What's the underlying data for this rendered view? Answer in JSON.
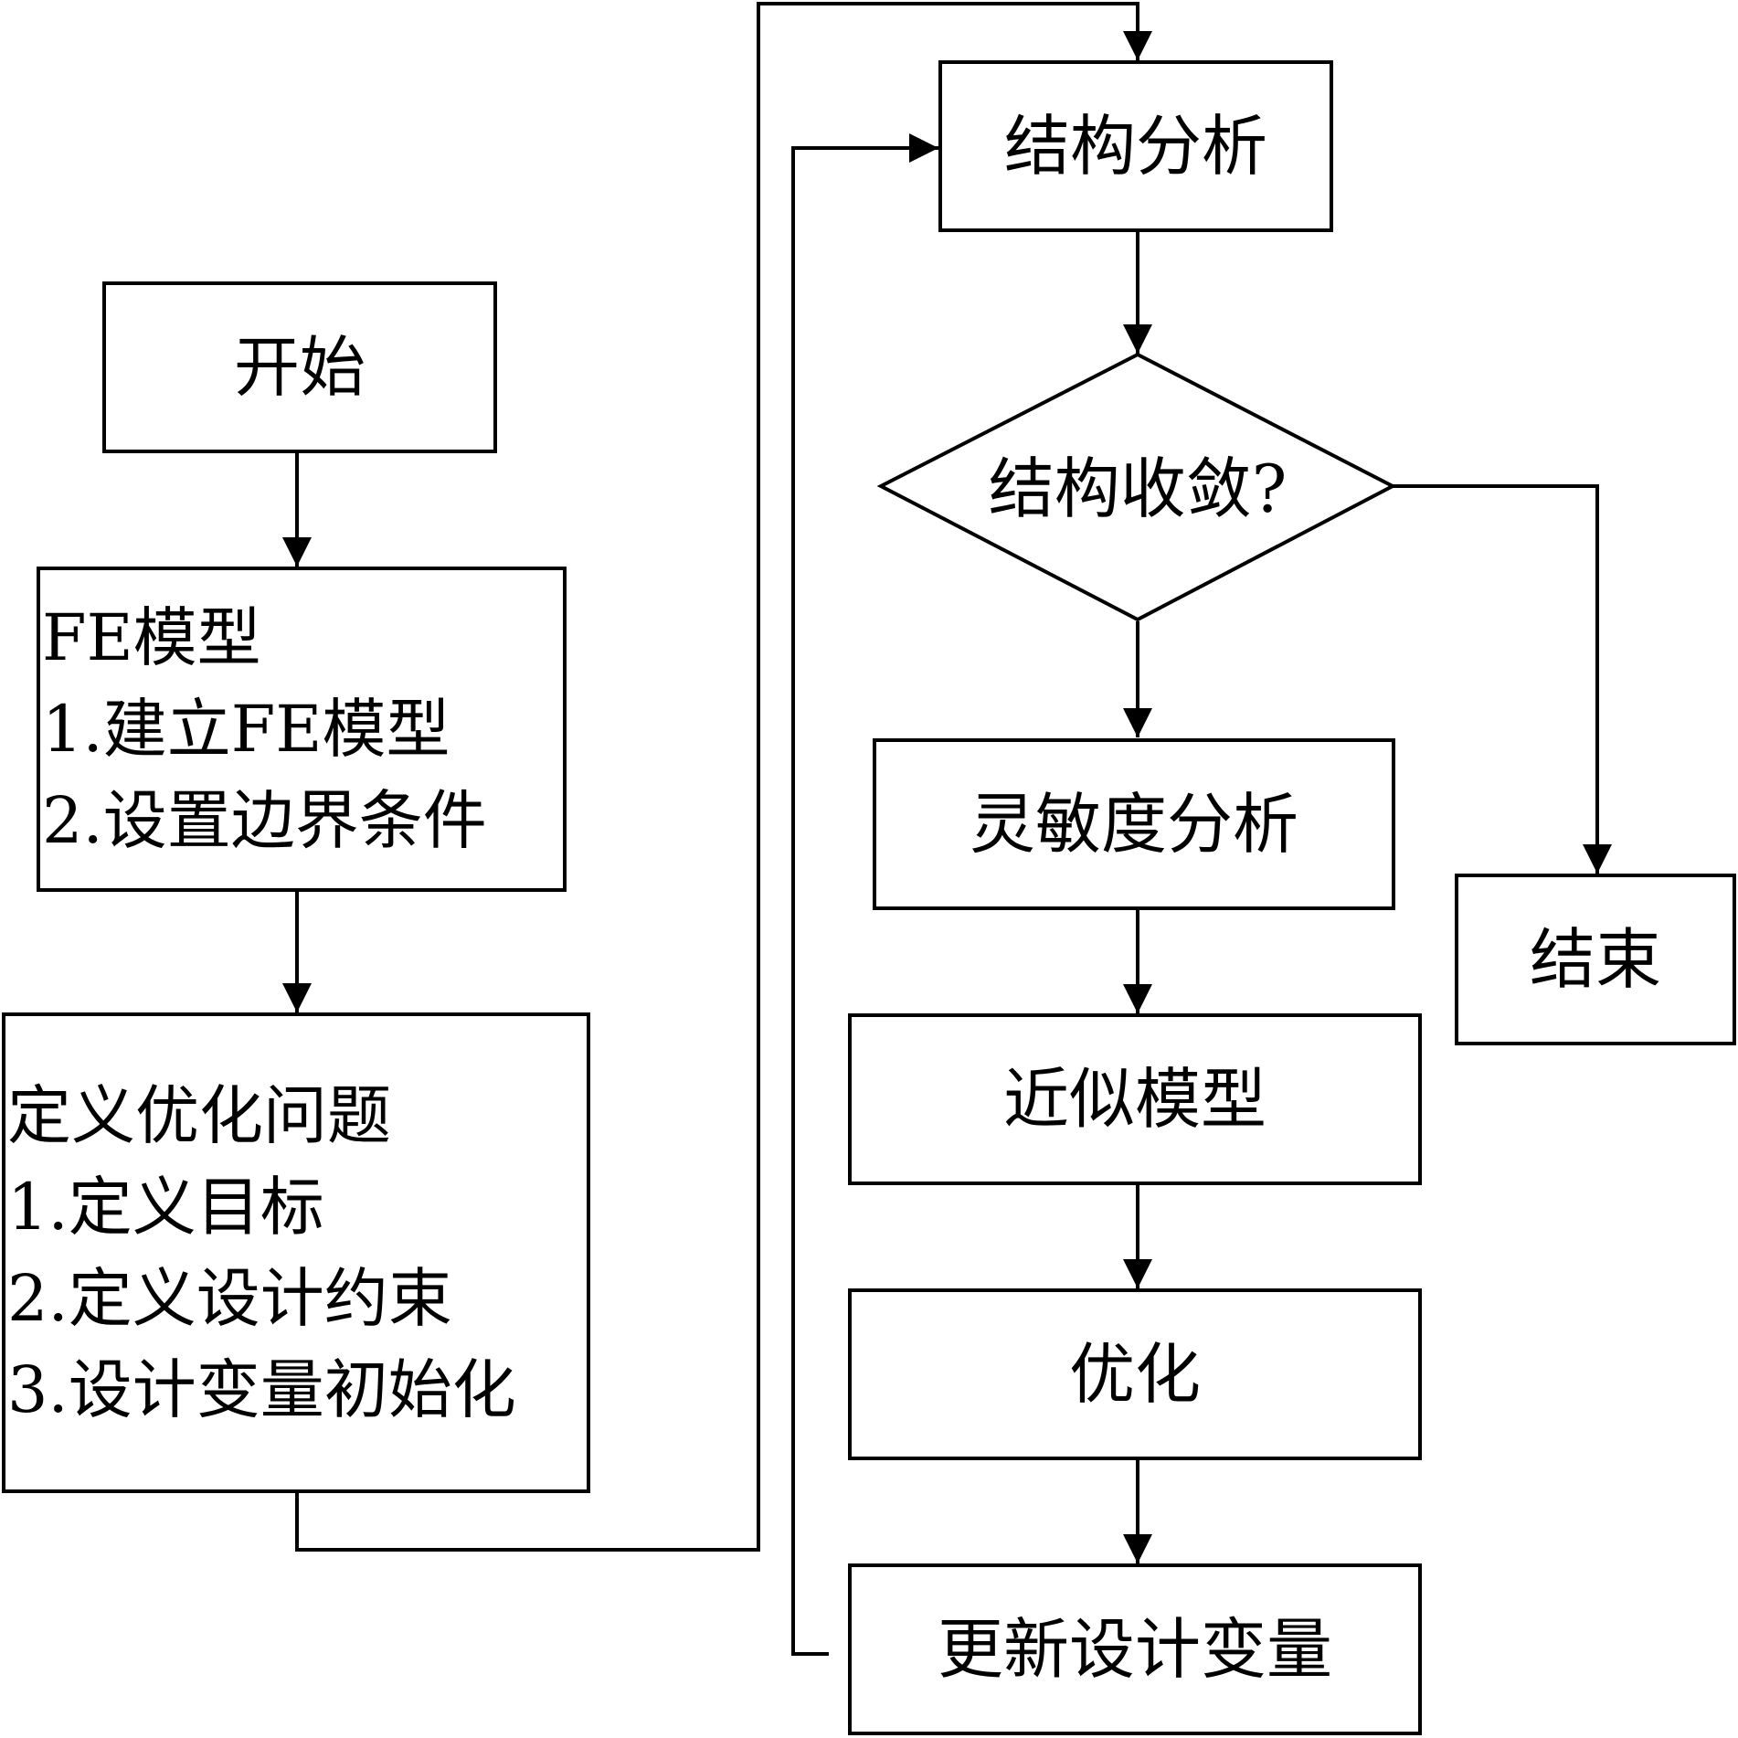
{
  "nodes": {
    "start": "开始",
    "fe_model": [
      "FE模型",
      "1.建立FE模型",
      "2.设置边界条件"
    ],
    "define_problem": [
      "定义优化问题",
      "1.定义目标",
      "2.定义设计约束",
      "3.设计变量初始化"
    ],
    "structural_analysis": "结构分析",
    "convergence_check": "结构收敛?",
    "sensitivity_analysis": "灵敏度分析",
    "approx_model": "近似模型",
    "optimize": "优化",
    "update_vars": "更新设计变量",
    "end": "结束"
  },
  "colors": {
    "stroke": "#000000",
    "fill": "#ffffff"
  }
}
